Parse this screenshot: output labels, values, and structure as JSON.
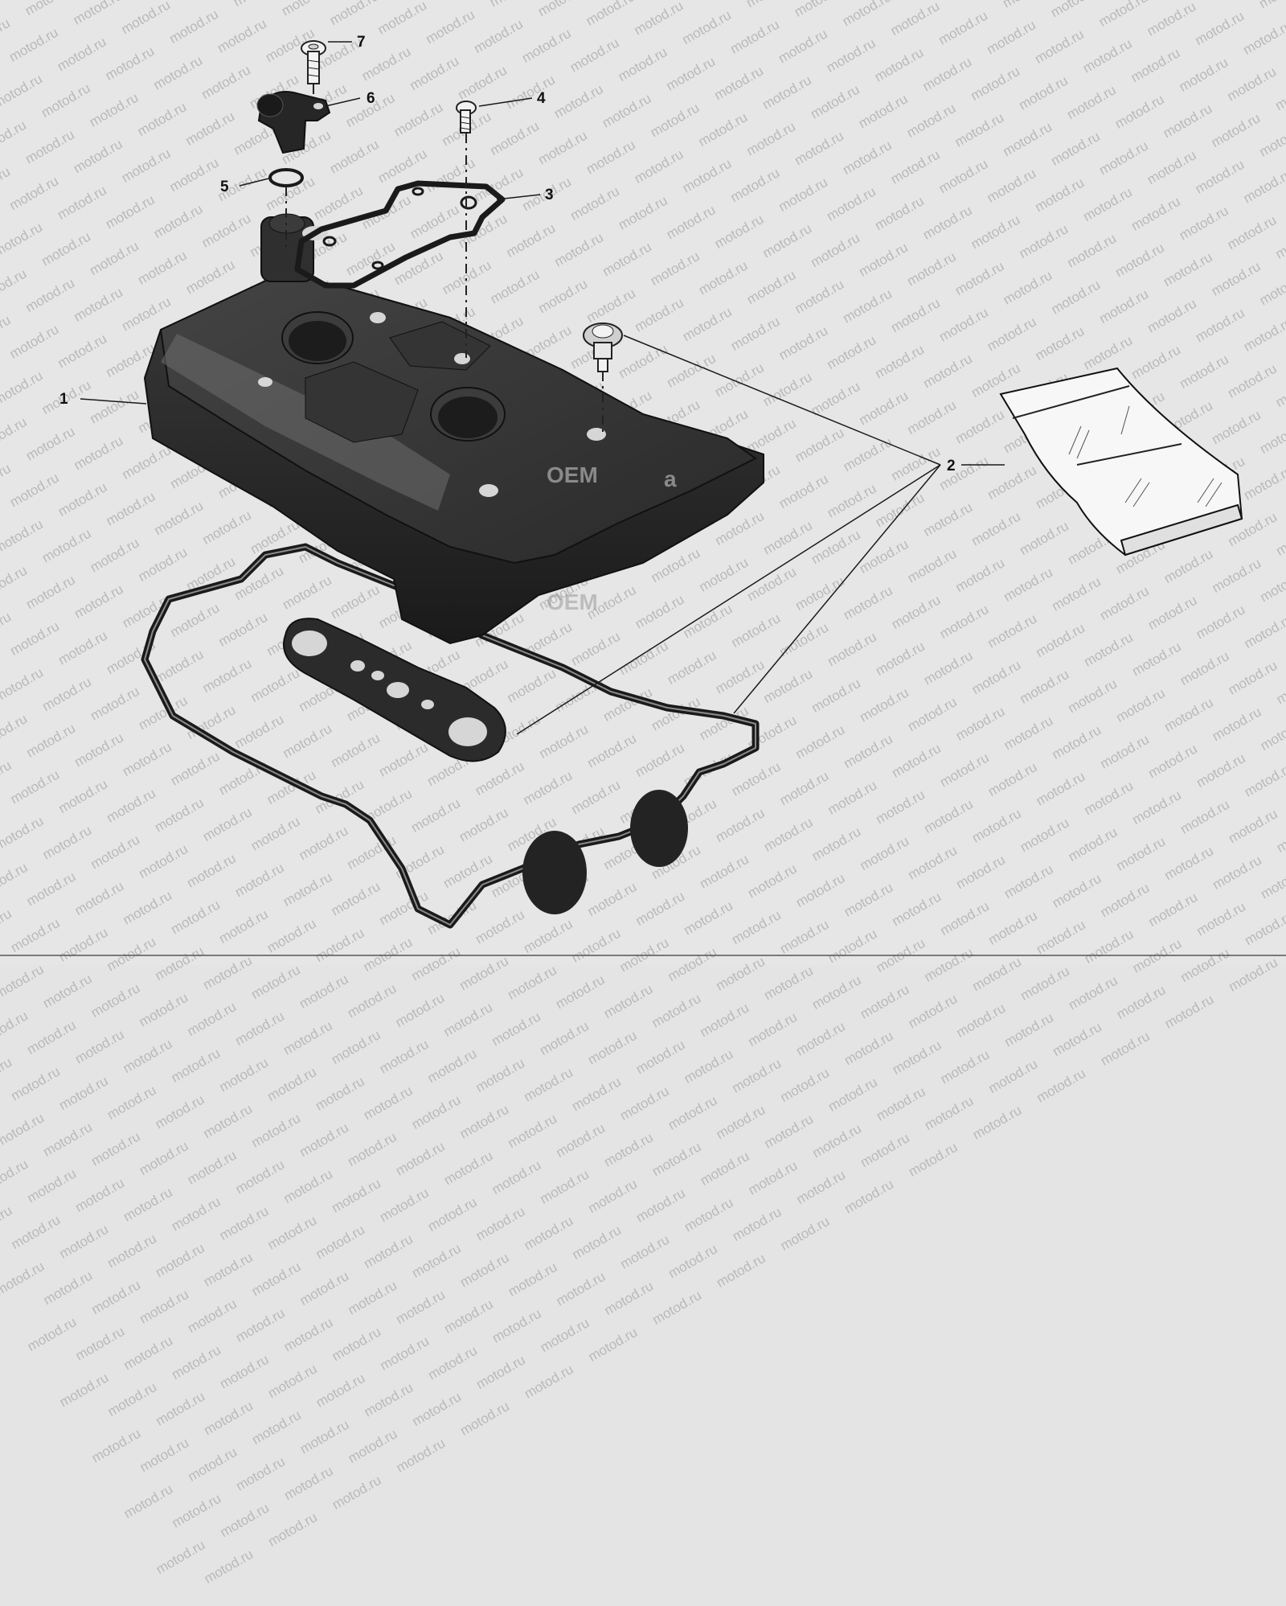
{
  "watermark": {
    "text": "motod.ru"
  },
  "callouts": [
    {
      "id": "1",
      "label": "1"
    },
    {
      "id": "2",
      "label": "2"
    },
    {
      "id": "3",
      "label": "3"
    },
    {
      "id": "4",
      "label": "4"
    },
    {
      "id": "5",
      "label": "5"
    },
    {
      "id": "6",
      "label": "6"
    },
    {
      "id": "7",
      "label": "7"
    }
  ],
  "overlay_marks": [
    "OEM",
    "a"
  ],
  "colors": {
    "background": "#e6e6e6",
    "part_dark": "#262626",
    "line": "#111111",
    "watermark": "#b9b9b9"
  }
}
